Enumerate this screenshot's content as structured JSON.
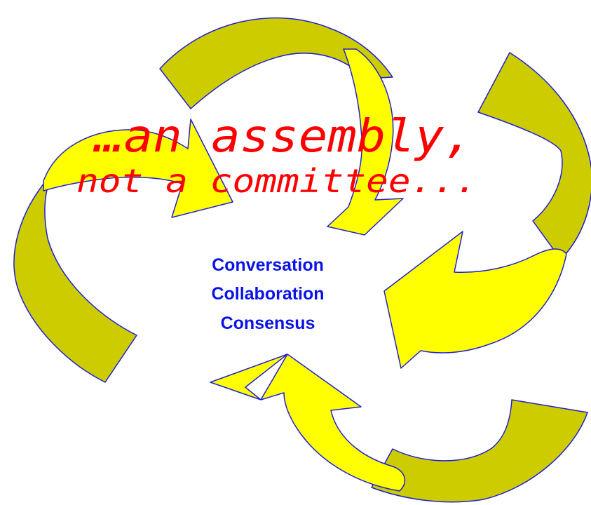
{
  "headline": {
    "line1": "…an assembly,",
    "line2": "not a committee..."
  },
  "concepts": [
    "Conversation",
    "Collaboration",
    "Consensus"
  ],
  "colors": {
    "arrow_dark": "#cccc00",
    "arrow_light": "#ffff00",
    "arrow_outline": "#1f1fd6",
    "headline": "#ff0000",
    "concepts": "#0b14e6"
  }
}
